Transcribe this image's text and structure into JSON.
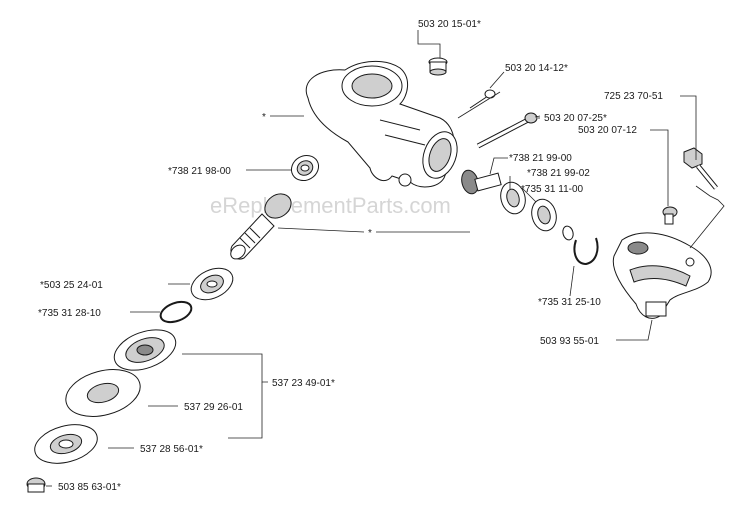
{
  "watermark": "eReplacementParts.com",
  "labels": {
    "p_503_20_15_01": "503 20 15-01*",
    "p_503_20_14_12": "503 20 14-12*",
    "p_503_20_07_25": "503 20 07-25*",
    "p_725_23_70_51": "725 23 70-51",
    "p_503_20_07_12": "503 20 07-12",
    "p_star_housing": "*",
    "p_738_21_98_00": "*738 21 98-00",
    "p_738_21_99_00": "*738 21 99-00",
    "p_738_21_99_02": "*738 21 99-02",
    "p_735_31_11_00": "*735 31 11-00",
    "p_star_gear": "*",
    "p_503_25_24_01": "*503 25 24-01",
    "p_735_31_25_10": "*735 31 25-10",
    "p_735_31_28_10": "*735 31 28-10",
    "p_503_93_55_01": "503 93 55-01",
    "p_537_23_49_01": "537 23 49-01*",
    "p_537_29_26_01": "537 29 26-01",
    "p_537_28_56_01": "537 28 56-01*",
    "p_503_85_63_01": "503 85 63-01*"
  }
}
